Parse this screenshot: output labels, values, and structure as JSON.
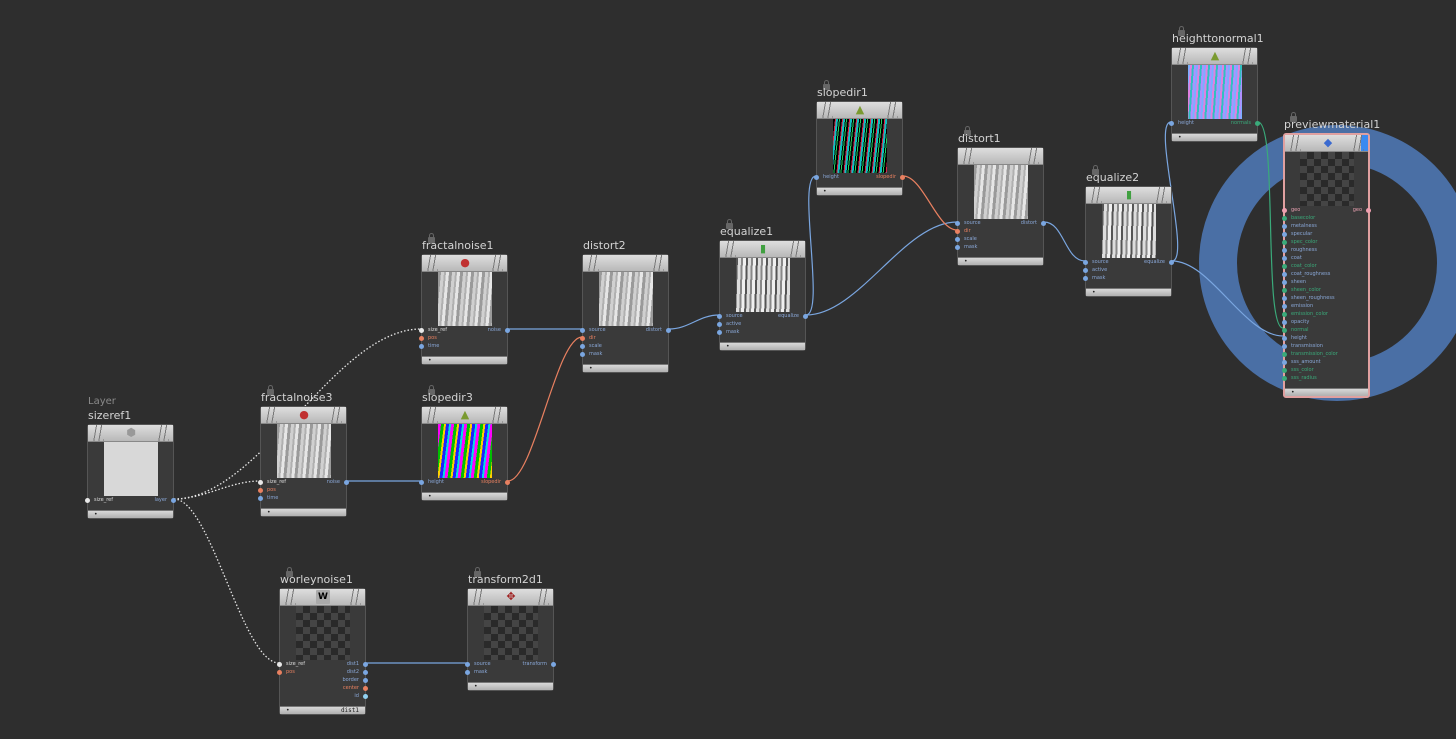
{
  "ring_color": "#4a6fa5",
  "port_colors": {
    "float": "#7aa6e0",
    "vector": "#e88060",
    "size": "#e8e8e8",
    "rgb": "#3aaa7a",
    "geo": "#f0a0b0",
    "id": "#90d0f0"
  },
  "nodes": [
    {
      "id": "sizeref1",
      "name": "sizeref1",
      "subtitle": "Layer",
      "icon": "cube-icon",
      "preview": "white",
      "inputs": [
        {
          "label": "size_ref",
          "type": "size"
        }
      ],
      "outputs": [
        {
          "label": "layer",
          "type": "float"
        }
      ]
    },
    {
      "id": "fractalnoise3",
      "name": "fractalnoise3",
      "icon": "noise-icon",
      "preview": "gray",
      "inputs": [
        {
          "label": "size_ref",
          "type": "size"
        },
        {
          "label": "pos",
          "type": "vector"
        },
        {
          "label": "time",
          "type": "float"
        }
      ],
      "outputs": [
        {
          "label": "noise",
          "type": "float"
        }
      ]
    },
    {
      "id": "fractalnoise1",
      "name": "fractalnoise1",
      "icon": "noise-icon",
      "preview": "gray",
      "inputs": [
        {
          "label": "size_ref",
          "type": "size"
        },
        {
          "label": "pos",
          "type": "vector"
        },
        {
          "label": "time",
          "type": "float"
        }
      ],
      "outputs": [
        {
          "label": "noise",
          "type": "float"
        }
      ]
    },
    {
      "id": "slopedir3",
      "name": "slopedir3",
      "icon": "slope-icon",
      "preview": "slope3",
      "inputs": [
        {
          "label": "height",
          "type": "float"
        }
      ],
      "outputs": [
        {
          "label": "slopedir",
          "type": "vector"
        }
      ]
    },
    {
      "id": "distort2",
      "name": "distort2",
      "icon": "",
      "preview": "gray",
      "inputs": [
        {
          "label": "source",
          "type": "float"
        },
        {
          "label": "dir",
          "type": "vector"
        },
        {
          "label": "scale",
          "type": "float"
        },
        {
          "label": "mask",
          "type": "float"
        }
      ],
      "outputs": [
        {
          "label": "distort",
          "type": "float"
        }
      ]
    },
    {
      "id": "equalize1",
      "name": "equalize1",
      "icon": "histogram-icon",
      "preview": "dark",
      "inputs": [
        {
          "label": "source",
          "type": "float"
        },
        {
          "label": "active",
          "type": "float"
        },
        {
          "label": "mask",
          "type": "float"
        }
      ],
      "outputs": [
        {
          "label": "equalize",
          "type": "float"
        }
      ]
    },
    {
      "id": "slopedir1",
      "name": "slopedir1",
      "icon": "slope-icon",
      "preview": "slope1",
      "inputs": [
        {
          "label": "height",
          "type": "float"
        }
      ],
      "outputs": [
        {
          "label": "slopedir",
          "type": "vector"
        }
      ]
    },
    {
      "id": "distort1",
      "name": "distort1",
      "icon": "",
      "preview": "gray",
      "inputs": [
        {
          "label": "source",
          "type": "float"
        },
        {
          "label": "dir",
          "type": "vector"
        },
        {
          "label": "scale",
          "type": "float"
        },
        {
          "label": "mask",
          "type": "float"
        }
      ],
      "outputs": [
        {
          "label": "distort",
          "type": "float"
        }
      ]
    },
    {
      "id": "equalize2",
      "name": "equalize2",
      "icon": "histogram-icon",
      "preview": "dark",
      "inputs": [
        {
          "label": "source",
          "type": "float"
        },
        {
          "label": "active",
          "type": "float"
        },
        {
          "label": "mask",
          "type": "float"
        }
      ],
      "outputs": [
        {
          "label": "equalize",
          "type": "float"
        }
      ]
    },
    {
      "id": "heighttonormal1",
      "name": "heighttonormal1",
      "icon": "slope-icon",
      "preview": "normal",
      "inputs": [
        {
          "label": "height",
          "type": "float"
        }
      ],
      "outputs": [
        {
          "label": "normals",
          "type": "rgb"
        }
      ]
    },
    {
      "id": "previewmaterial1",
      "name": "previewmaterial1",
      "icon": "material-icon",
      "preview": "checker",
      "selected": true,
      "inputs": [
        {
          "label": "geo",
          "type": "geo"
        },
        {
          "label": "basecolor",
          "type": "rgb"
        },
        {
          "label": "metalness",
          "type": "float"
        },
        {
          "label": "specular",
          "type": "float"
        },
        {
          "label": "spec_color",
          "type": "rgb"
        },
        {
          "label": "roughness",
          "type": "float"
        },
        {
          "label": "coat",
          "type": "float"
        },
        {
          "label": "coat_color",
          "type": "rgb"
        },
        {
          "label": "coat_roughness",
          "type": "float"
        },
        {
          "label": "sheen",
          "type": "float"
        },
        {
          "label": "sheen_color",
          "type": "rgb"
        },
        {
          "label": "sheen_roughness",
          "type": "float"
        },
        {
          "label": "emission",
          "type": "float"
        },
        {
          "label": "emission_color",
          "type": "rgb"
        },
        {
          "label": "opacity",
          "type": "float"
        },
        {
          "label": "normal",
          "type": "rgb"
        },
        {
          "label": "height",
          "type": "float"
        },
        {
          "label": "transmission",
          "type": "float"
        },
        {
          "label": "transmission_color",
          "type": "rgb"
        },
        {
          "label": "sss_amount",
          "type": "float"
        },
        {
          "label": "sss_color",
          "type": "rgb"
        },
        {
          "label": "sss_radius",
          "type": "rgb"
        }
      ],
      "outputs": [
        {
          "label": "geo",
          "type": "geo"
        }
      ]
    },
    {
      "id": "worleynoise1",
      "name": "worleynoise1",
      "icon": "worley-icon",
      "icon_text": "W",
      "preview": "checker",
      "footer_text": "dist1",
      "inputs": [
        {
          "label": "size_ref",
          "type": "size"
        },
        {
          "label": "pos",
          "type": "vector"
        }
      ],
      "outputs": [
        {
          "label": "dist1",
          "type": "float"
        },
        {
          "label": "dist2",
          "type": "float"
        },
        {
          "label": "border",
          "type": "float"
        },
        {
          "label": "center",
          "type": "vector"
        },
        {
          "label": "id",
          "type": "id"
        }
      ]
    },
    {
      "id": "transform2d1",
      "name": "transform2d1",
      "icon": "transform-icon",
      "preview": "checker",
      "inputs": [
        {
          "label": "source",
          "type": "float"
        },
        {
          "label": "mask",
          "type": "float"
        }
      ],
      "outputs": [
        {
          "label": "transform",
          "type": "float"
        }
      ]
    }
  ],
  "connections": [
    {
      "from": "sizeref1.layer",
      "to": "fractalnoise3.size_ref",
      "style": "dotted"
    },
    {
      "from": "sizeref1.layer",
      "to": "fractalnoise1.size_ref",
      "style": "dotted"
    },
    {
      "from": "sizeref1.layer",
      "to": "worleynoise1.size_ref",
      "style": "dotted"
    },
    {
      "from": "fractalnoise3.noise",
      "to": "slopedir3.height"
    },
    {
      "from": "fractalnoise1.noise",
      "to": "distort2.source"
    },
    {
      "from": "slopedir3.slopedir",
      "to": "distort2.dir"
    },
    {
      "from": "distort2.distort",
      "to": "equalize1.source"
    },
    {
      "from": "equalize1.equalize",
      "to": "slopedir1.height"
    },
    {
      "from": "equalize1.equalize",
      "to": "distort1.source"
    },
    {
      "from": "slopedir1.slopedir",
      "to": "distort1.dir"
    },
    {
      "from": "distort1.distort",
      "to": "equalize2.source"
    },
    {
      "from": "equalize2.equalize",
      "to": "heighttonormal1.height"
    },
    {
      "from": "equalize2.equalize",
      "to": "previewmaterial1.height"
    },
    {
      "from": "heighttonormal1.normals",
      "to": "previewmaterial1.normal"
    },
    {
      "from": "worleynoise1.dist1",
      "to": "transform2d1.source"
    }
  ]
}
